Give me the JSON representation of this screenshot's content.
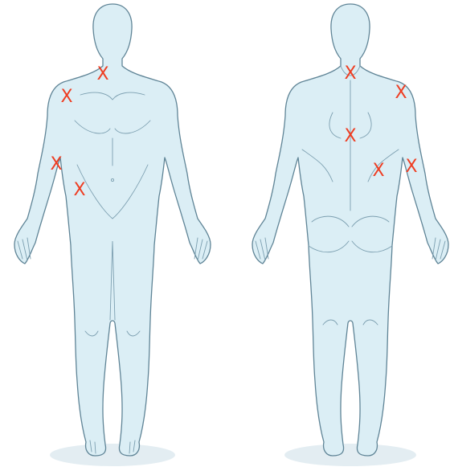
{
  "figures": [
    {
      "view": "front",
      "markers": [
        {
          "symbol": "X",
          "site": "neck-right"
        },
        {
          "symbol": "X",
          "site": "shoulder-left"
        },
        {
          "symbol": "X",
          "site": "elbow-outer-left"
        },
        {
          "symbol": "X",
          "site": "waist-left"
        }
      ]
    },
    {
      "view": "back",
      "markers": [
        {
          "symbol": "X",
          "site": "upper-neck"
        },
        {
          "symbol": "X",
          "site": "shoulder-right"
        },
        {
          "symbol": "X",
          "site": "mid-back"
        },
        {
          "symbol": "X",
          "site": "waist-right"
        },
        {
          "symbol": "X",
          "site": "elbow-right"
        }
      ]
    }
  ],
  "colors": {
    "body_fill": "#dbeef5",
    "outline": "#5f8496",
    "marker": "#ee3d22",
    "shadow": "#e3edf2"
  }
}
